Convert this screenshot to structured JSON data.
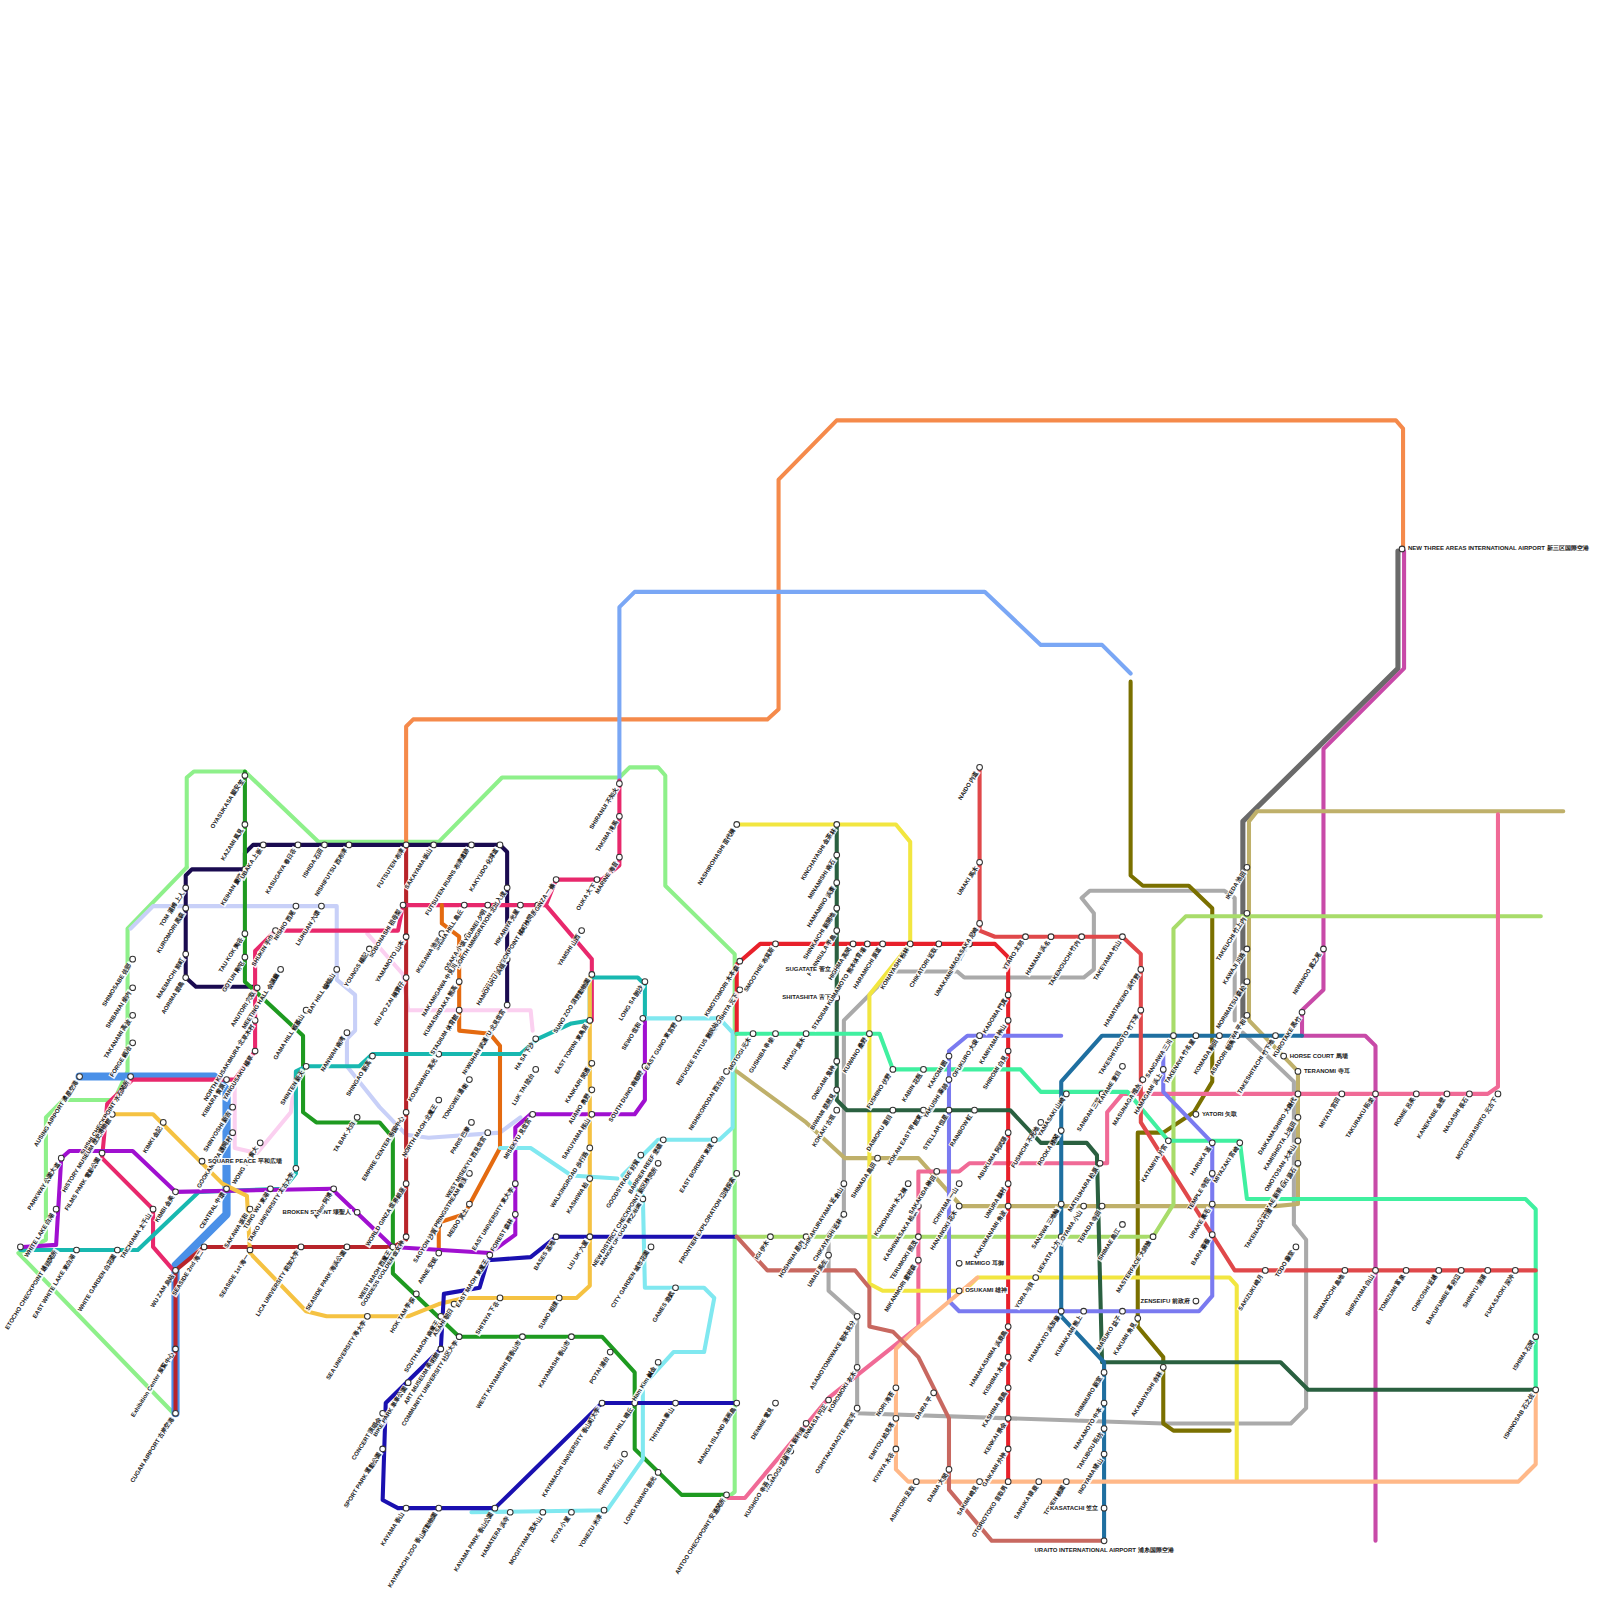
{
  "diagram": {
    "labels": [
      "OYASUKASA 親安笠",
      "KAZAMI 風見",
      "KEIHAN 慶班",
      "TOM 湯姆 上人",
      "KUROMORI 黒森",
      "TAU KOK 陶谷",
      "GOTUN 剛屯",
      "SHIMOSABE 佐部",
      "MAEMACHI 前町",
      "SHIBANAI 柴内",
      "AORIMA 碧島",
      "TAKANAMI 高波",
      "ANUTORI 穴取",
      "NORTH KUSAKIMURA 北草木村",
      "FORGE 鍛冶",
      "SUISHI CHECKPOINT 水石関所",
      "YANGUSAKU 楊草",
      "KIBIARA 黄原",
      "AUSING AIRPORT 澳星空港",
      "UBAKA 上嵌",
      "KASUGAYA 春日谷",
      "ISHIDA 石田",
      "NISHIFUTSU 西布津",
      "FUTSUTEN 布津",
      "SAKAYAMA 坂山",
      "FUTSUTEN RUINS 布津遺跡",
      "KAKYUDO 化球道",
      "NORTH IMMIGRATION 北出入境",
      "KYMATH CHECKPOINT 橘町検問所",
      "GINZA 一條",
      "OUKA 大下",
      "SHIRANUI 不知火",
      "TAKIMA 滝馬",
      "MARINE 海音",
      "YAMSHI 山西",
      "SUNO ZOO 須野動物園",
      "EAST TORINI 東鳥居",
      "LONG SA 朗沙",
      "SEWO 世和",
      "KANKARI 間雁",
      "HA SA 下沙",
      "LUK TAI 陸台",
      "SOUTH DUNO 南都野",
      "AUANO 奥野",
      "SAKUYAMA 桜山",
      "MISEKYU 見世宮",
      "HIKARIYA 光屋",
      "HAMOFUKU 浜福",
      "NORTH MISEKYU 北見世宮",
      "YUUMEI 夕明",
      "SHIMA HILL 島丘",
      "OSAKA 小坂",
      "NAKAMIGAWA 中見川",
      "KUMASHIDAKA 熊高",
      "STADIUM 体育館",
      "IKESAWA 池沢",
      "SOBONASHI 祖母梨",
      "YAMAMOTO 山本",
      "KIU PO ZAI 橋寶仔",
      "WUHAN 武漢",
      "KOUKWANG 高光",
      "EMPIRE CENTER 帝国中心",
      "NORTH MAOH 北魔王",
      "TONGWEI 通衛",
      "WEST MISEKYU 西見世宮",
      "PARIS 巴黎",
      "WORLD GINZA 世界銀座",
      "GODDESS GOLDEN 金女神",
      "SPRINGSTREAM 春渓",
      "MEIDO 冥土",
      "SAGYON 沙貢",
      "ANNE 安妮",
      "EAST MAOH 東魔王",
      "FOREST 森林",
      "EAST UNIVERSITY 東大学",
      "BASES 基地",
      "LIU UK 六屋",
      "KASHIWA 柏",
      "WALKINGROAD 歩行路",
      "HISTORY MUSEUM 歴史博物館",
      "KIMKI 金記",
      "SHINYOSHI 新吉",
      "GOOKAMURA 護岡村",
      "WONG TAI 黄大",
      "FILMS PARK 電影公園",
      "TAICHIAMA 太千山",
      "WHITE GARDEN 白花園",
      "WHITE LAKE 白湖",
      "EAST WHITE LAKE 東白湖",
      "PARKWAY 公園大道",
      "KIMBI 金美",
      "CENTRAL 中環",
      "SAKAWA 坂和",
      "WU ZAM 烏站",
      "SEASIDE 2nd 海二",
      "SEASIDE 1st 海一",
      "ETOCHO CHECKPOINT 越頭関所",
      "LICA UNIVERSITY 莉加大学",
      "SEASIDE PARK 海浜公園",
      "WEST MAOH 西魔王",
      "SEA UNIVERSITY 海大学",
      "HOK TAM 学探",
      "ART MUSEUM 美術館",
      "SOUTH MAOH 南魔王",
      "ASAHI 朝日",
      "SHITAYA 下谷",
      "SUMO 相撲",
      "COMMUNITY UNIVERSITY 社区大学",
      "BIKE PARK 単車公園",
      "CONCERT 演唱会",
      "SPORT PARK 運動公園",
      "KAYAMA 香山",
      "KAYAMACHI ZOO 香山町動物園",
      "KAYAMA PARK 香山公園",
      "HAMATERA 浜寺",
      "MOGITYAMA 茂木山",
      "KOYA 小屋",
      "YONEZU 米津",
      "LONG KWANG 朗光",
      "ISHIYAMA 石山",
      "SUNNY HILL 晴丘",
      "KAYAMACHI UNIVERSITY 香山町大学",
      "THIYAMA 泰山",
      "MANGA ISLAND 漫画島",
      "ANTOO CHECKPOINT 安通関所",
      "POTAI 浦台",
      "KAYAMASHI 香山市",
      "WEST KAYAMASHI 西香山市",
      "Ham Kim 鹹金",
      "GAMES 遊戯",
      "CITY GARDEN 城市花園",
      "MANOR OF GOD 神之荘園",
      "NEW DISTRICT CHECKPOINT 新区検問所",
      "GOODSTRADE 好貿",
      "BARRIER REEF 堡礁",
      "EAST BORDER 東境",
      "FRONTIER EXPLORATION 辺境探索",
      "CUGAN AIRPORT 古岸空港",
      "Exhibition Center 展覧中心",
      "MEETING HALL 会議廳",
      "BAT HILL 蝙蝠山",
      "YOUNGS 楊記",
      "GAMA HILL 蝦蟇山",
      "NANWAN 南湾",
      "SHUKIN 手巾",
      "NISHIO 西尾",
      "LIUHUAN 六環",
      "TA BAK 大白",
      "SHINTEN 新天",
      "SHINGAO 新高",
      "TUNG WU 東湖",
      "SQUARE PEACE 平和広場",
      "BROKEN STAINT 壊聖人",
      "TAIKO UNIVERSITY 太古大学",
      "Arbor 阿博",
      "NASHIROHASHI 苗代橋",
      "KINCHAYASHI 金茶林",
      "MINAMISHI 南石",
      "HAMAMINO 浜蓑",
      "SHINKAICHI 新開地",
      "PENINSULA 半島",
      "SUGATATE 菅立",
      "SHITASHITA 舌下",
      "STADIUM KUMAMOTO 熊本体育場",
      "HIGHMA 高間",
      "HARAMICHI 原道",
      "KONAYASHI 粉林",
      "CHIKATORI 近取",
      "UMAKAMINE 馬上峰",
      "MAGASAKA 尼崎",
      "UMAKI 馬木",
      "NAIDO 内道",
      "YTARO 太郎",
      "HAMANA 浜名",
      "TAKENOUCHI 竹内",
      "TAKEYAMA 竹山",
      "HAMATAKENO 浜竹野",
      "TAKESHITAGOTO 竹下琴",
      "MOTOGI 元木",
      "MOTOSHITA 元下",
      "SMOOTHIE 布莫斯",
      "KIMOTOMORI 木本森",
      "GUSHIBA 串柴",
      "HARAGI 原木",
      "ONIGAMI 鬼神",
      "KUWANO 桑野",
      "BIWAMI 琵琶見",
      "KOKAKI 古垣",
      "NISHIKORODAI 西古台",
      "REFUGEE STATUS 難民站",
      "EAST GUNO 東宮野",
      "CHIKAKURAYAMA 近倉山",
      "CHIKAYASHI 近林",
      "HOSHINAI 星内",
      "UMAU 馬生",
      "IGI 伊木",
      "ASAMOTOMIWAKE 朝本見分",
      "KOROMOKI 衣木",
      "ENMASA 円正",
      "NIRIBA 新利場",
      "OSHITAKARAOTE 押宝手",
      "DENMIE 電見",
      "HANAOGI 花扇",
      "KUSHIGO 串吾",
      "KIYAYA 木谷",
      "EMITOU 絵見塔",
      "NORI 海苔",
      "DAIRA 平",
      "ASHITORI 足取",
      "DAIMA 大間",
      "SAKIMI 崎見",
      "OTORIOTOKO 音取男",
      "SARUKA 猿鹿",
      "TOUEN 桃園",
      "KASATACHI 笠立",
      "URAITO INTERNATIONAL AIRPORT 浦糸国際空港",
      "NEW THREE AREAS INTERNATIONAL AIRPORT 新三区国際空港",
      "HORSE COURT 馬場",
      "TERANOMI 寺耳",
      "ZENSEIFU 前政府",
      "OSUKAMI 雄神",
      "MEMIGO 耳御",
      "SHIMMURO 新室",
      "KAKUMI 角見",
      "NAKAMOTO 中本",
      "TAKUBOU 拓坊",
      "INOYAMA 猪山",
      "SANJIWA 三地輪",
      "IKEDA 池田",
      "TAKEUCHI 竹上内",
      "KAWAJI 川路",
      "MORIMATSU 森松",
      "HEIWA 平和",
      "TAKESHITACHI 竹下地",
      "NIWANOO 庭之尾",
      "KUROTAKE 黒竹",
      "SANGAWA 三川",
      "TAKENAYA 竹名屋",
      "KOMADA 駒田",
      "ASADORI 朝鳥",
      "DAIKAMASHIRO 大鎌代",
      "KAMISHIOTA 上塩田",
      "OMOTOSAN 大本山",
      "GENSEKI 源石",
      "SHIMMAE 新前",
      "TAKENADA 竹灘",
      "MIYATA 宮田",
      "TAKURAKU 拓楽",
      "ROMIE 呂美",
      "KANEKABE 金壁",
      "NAGASHI 長石",
      "MOTOFURASHITO 元古下",
      "SAKIZUKI 崎月",
      "TODO 藤堂",
      "SHIMANOCHI 島地",
      "SHIRAYAMA 白山",
      "TOMIZUMI 富泉",
      "CHIKOSHI 近越",
      "BAKUFUMBE 幕府辺",
      "SHIMIYU 清湯",
      "FUKASAOKI 深沖",
      "ISHIMA 石間",
      "ISHINOSAB 石之佐",
      "BARA 薔薇",
      "URAKE 裏毛",
      "TEMPLE 寺院",
      "HARUKA 遥",
      "MIYAZAKI 宮崎",
      "YATORI 矢取",
      "HAMAGAMI 浜上",
      "KATAMIYA 片宮",
      "MASTERFACE 大師臉",
      "TERADA 寺田",
      "SHIMAE 島江",
      "KOYAMA 小山",
      "UEKATA 上方",
      "YORA 与良",
      "UMURA 鵜村",
      "KAKUMANAMI 角波",
      "HAMAKASHIMA 浜鹿島",
      "KISHIMA 木島",
      "KASHIMA 鹿島",
      "KENKAI 県会",
      "GAIKAMI 外神",
      "KADOMA 門真",
      "KAMIYAMA 神山",
      "OFUKURO 大袋",
      "SHIROMI 白見",
      "YAMASAKI 山崎",
      "FUSHICHI 不死地",
      "ROOKA 楼閣",
      "MATSUHARA 松原",
      "SANDAN 三段",
      "KAYAME 萱目",
      "MASUNAGA 増永",
      "KAKOMI 囲",
      "YAKUSHI 薬師",
      "KABIN 花瓶",
      "FUSHINO 伏野",
      "DAIMOKU 題目",
      "KOKAN EAST 甲館東",
      "STELLAR 恒星",
      "RAINBOW 虹",
      "ABUKUMA 阿武隈",
      "SHIMADA 島田",
      "KONOHASHI 木之橋",
      "KASHIWASAKA 柏坂",
      "TERUMOKI 照茂",
      "MIKANMORI 蜜柑森",
      "SAKAKIDA 榊田",
      "ICHIYAMA 一山",
      "HANANOKI 花木",
      "HAMAKATO 浜加藤",
      "KUMAKAMI 熊上",
      "MASUKO 益子",
      "AKABAYASHI 赤林"
    ]
  }
}
